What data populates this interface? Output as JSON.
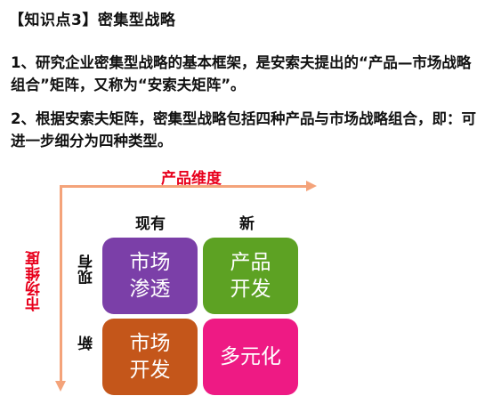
{
  "title": "【知识点3】密集型战略",
  "paragraphs": [
    "1、研究企业密集型战略的基本框架，是安索夫提出的“产品—市场战略组合”矩阵，又称为“安索夫矩阵”。",
    "2、根据安索夫矩阵，密集型战略包括四种产品与市场战略组合，即：可进一步细分为四种类型。"
  ],
  "matrix": {
    "x_axis_title": "产品维度",
    "y_axis_title": "市场维度",
    "column_headers": [
      "现有",
      "新"
    ],
    "row_headers": [
      "现有",
      "新"
    ],
    "cells": [
      [
        "市场\n渗透",
        "产品\n开发"
      ],
      [
        "市场\n开发",
        "多元化"
      ]
    ],
    "cell_colors": [
      [
        "#7B3FA8",
        "#5DA223"
      ],
      [
        "#C4561A",
        "#EE1A84"
      ]
    ],
    "axis_color": "#F4A37A",
    "axis_title_color": "#E8001C"
  }
}
